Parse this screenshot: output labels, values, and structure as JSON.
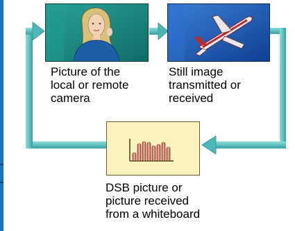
{
  "colors": {
    "accent_bar": "#1e73be",
    "arrow_face": "#6cc9c9",
    "arrow_shadow": "#2f8f8f",
    "camera_bg": "#1c8a82",
    "still_bg": "#1e56b8",
    "dsb_bg": "#fbf3bf"
  },
  "panels": [
    {
      "id": "camera",
      "icon": "person-portrait-icon",
      "caption": [
        "Picture of the",
        "local or remote",
        "camera"
      ]
    },
    {
      "id": "still",
      "icon": "airplane-icon",
      "caption": [
        "Still image",
        "transmitted or",
        "received"
      ]
    },
    {
      "id": "dsb",
      "icon": "bar-chart-icon",
      "caption": [
        "DSB picture or",
        "picture received",
        "from a whiteboard"
      ]
    }
  ]
}
